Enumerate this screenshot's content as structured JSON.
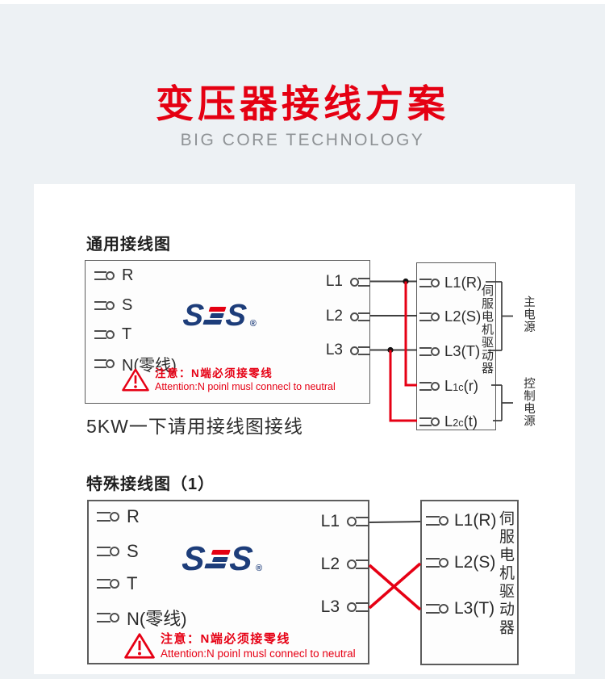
{
  "header": {
    "title": "变压器接线方案",
    "subtitle": "BIG CORE TECHNOLOGY"
  },
  "sections": [
    {
      "heading": "通用接线图",
      "note": "5KW一下请用接线图接线"
    },
    {
      "heading": "特殊接线图（1）"
    }
  ],
  "transformer": {
    "inputs": [
      "R",
      "S",
      "T",
      "N(零线)"
    ],
    "outputs": [
      "L1",
      "L2",
      "L3"
    ],
    "logo": {
      "full_name": "SES",
      "s_left": "S",
      "s_right": "S",
      "registered": "®"
    },
    "warning_cn": "注意：N端必须接零线",
    "warning_en": "Attention:N poinl musl connecl to neutral"
  },
  "driver_general": {
    "name_vertical": "伺服电机驱动器",
    "terminals": [
      {
        "pre": "L1",
        "sub": "",
        "post": "(R)"
      },
      {
        "pre": "L2",
        "sub": "",
        "post": "(S)"
      },
      {
        "pre": "L3",
        "sub": "",
        "post": "(T)"
      },
      {
        "pre": "L",
        "sub": "1c",
        "post": "(r)"
      },
      {
        "pre": "L",
        "sub": "2c",
        "post": "(t)"
      }
    ],
    "group_main": "主电源",
    "group_control": "控制电源"
  },
  "driver_special": {
    "name_vertical": "伺服电机驱动器",
    "terminals": [
      {
        "pre": "L1",
        "sub": "",
        "post": "(R)"
      },
      {
        "pre": "L2",
        "sub": "",
        "post": "(S)"
      },
      {
        "pre": "L3",
        "sub": "",
        "post": "(T)"
      }
    ]
  },
  "colors": {
    "accent_red": "#e50012",
    "wire_red": "#e60014",
    "logo_navy": "#1d3d7a",
    "line_dark": "#4d4d4d",
    "subtitle_gray": "#8f9396"
  }
}
